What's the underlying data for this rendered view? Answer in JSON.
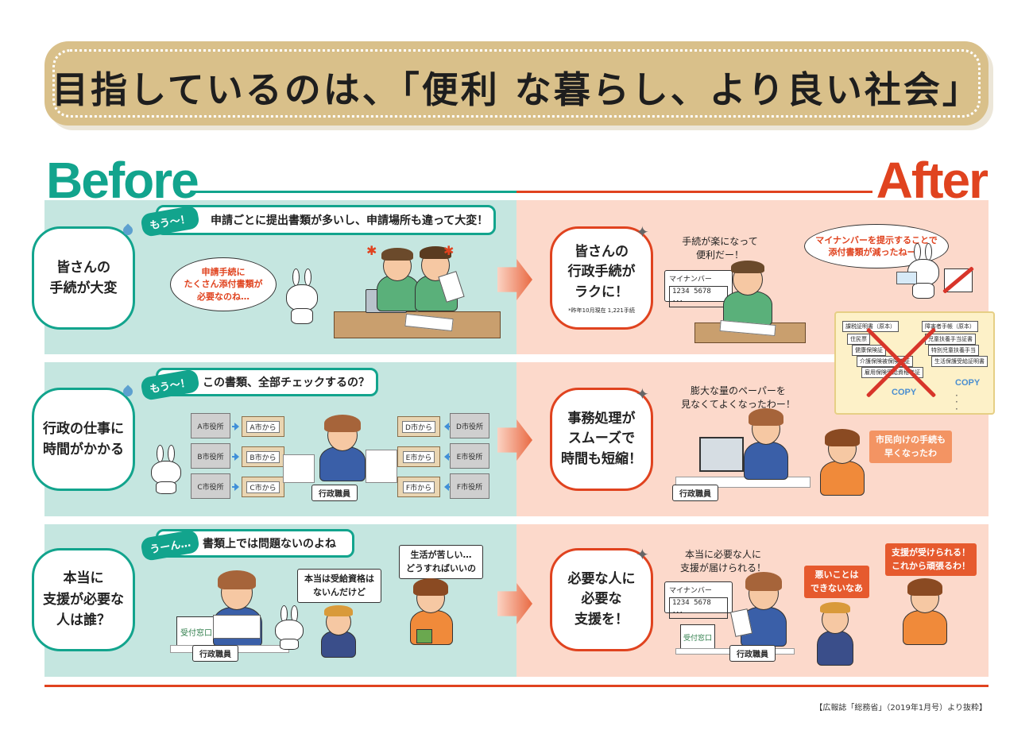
{
  "title": "目指しているのは、「便利 な暮らし、より良い社会」",
  "before_label": "Before",
  "after_label": "After",
  "source_note": "【広報誌「総務省」（2019年1月号）より抜粋】",
  "rows": [
    {
      "category": "皆さんの\n手続が大変",
      "tag": "もう〜！",
      "complaint": "申請ごとに提出書類が多いし、申請場所も違って大変！",
      "rabbit_bubble": "申請手続に\nたくさん添付書類が\n必要なのね…",
      "result": "皆さんの\n行政手続が\nラクに！",
      "result_note": "*昨年10月現在 1,221手続",
      "citizen_quote": "手続が楽になって\n便利だー！",
      "card_label": "マイナンバー",
      "card_number": "1234 5678 ･･･",
      "rabbit_after_bubble": "マイナンバーを提示することで\n添付書類が減ったねー！",
      "documents": [
        "課税証明書（原本）",
        "住民票",
        "健康保険証",
        "介護保険被保険者証",
        "雇用保険受給資格者証",
        "障害者手帳（原本）",
        "児童扶養手当証書",
        "特別児童扶養手当",
        "生活保護受給証明書"
      ],
      "copy_label_1": "COPY",
      "copy_label_2": "COPY"
    },
    {
      "category": "行政の仕事に\n時間がかかる",
      "tag": "もう〜！",
      "complaint": "この書類、全部チェックするの？",
      "offices_left": [
        "A市役所",
        "B市役所",
        "C市役所"
      ],
      "boxes_left": [
        "A市から",
        "B市から",
        "C市から"
      ],
      "offices_right": [
        "D市役所",
        "E市役所",
        "F市役所"
      ],
      "boxes_right": [
        "D市から",
        "E市から",
        "F市から"
      ],
      "staff_label": "行政職員",
      "result": "事務処理が\nスムーズで\n時間も短縮！",
      "staff_quote": "膨大な量のペーパーを\n見なくてよくなったわー！",
      "staff_label_after": "行政職員",
      "citizen_note": "市民向けの手続も\n早くなったわ"
    },
    {
      "category": "本当に\n支援が必要な\n人は誰？",
      "tag": "うーん…",
      "complaint": "書類上では問題ないのよね",
      "reception_sign": "受付窓口",
      "staff_label": "行政職員",
      "fraud_bubble": "本当は受給資格は\nないんだけど",
      "needy_bubble": "生活が苦しい…\nどうすればいいの",
      "result": "必要な人に\n必要な\n支援を！",
      "staff_quote": "本当に必要な人に\n支援が届けられる！",
      "card_label": "マイナンバー",
      "card_number": "1234 5678 ･･･",
      "reception_sign_after": "受付窓口",
      "staff_label_after": "行政職員",
      "fraud_note": "悪いことは\nできないなあ",
      "needy_note": "支援が受けられる！\nこれから頑張るわ！"
    }
  ],
  "colors": {
    "green": "#12a48d",
    "red": "#e0431f",
    "banner": "#d9c08a"
  }
}
